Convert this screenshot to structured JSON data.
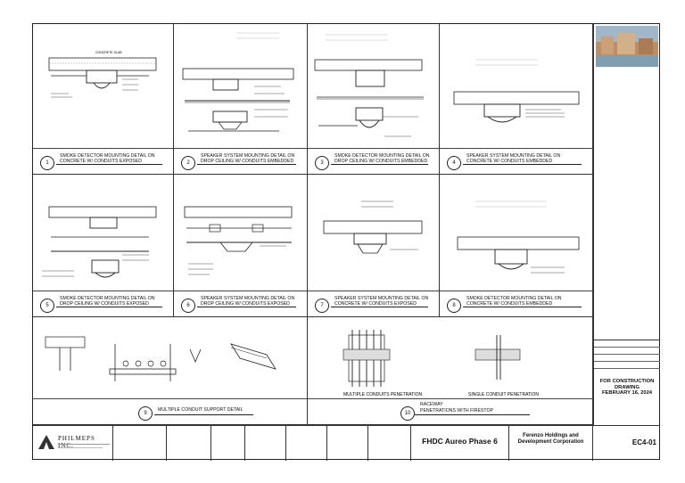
{
  "details": [
    {
      "num": "1",
      "title": "SMOKE DETECTOR MOUNTING DETAIL ON CONCRETE W/ CONDUITS EXPOSED"
    },
    {
      "num": "2",
      "title": "SPEAKER SYSTEM MOUNTING DETAIL ON DROP CEILING W/ CONDUITS EMBEDDED"
    },
    {
      "num": "3",
      "title": "SMOKE DETECTOR MOUNTING DETAIL ON DROP CEILING W/ CONDUITS EMBEDDED"
    },
    {
      "num": "4",
      "title": "SPEAKER SYSTEM MOUNTING DETAIL ON CONCRETE W/ CONDUITS EMBEDDED"
    },
    {
      "num": "5",
      "title": "SMOKE DETECTOR MOUNTING DETAIL ON DROP CEILING W/ CONDUITS EXPOSED"
    },
    {
      "num": "6",
      "title": "SPEAKER SYSTEM MOUNTING DETAIL ON DROP CEILING W/ CONDUITS EXPOSED"
    },
    {
      "num": "7",
      "title": "SPEAKER SYSTEM MOUNTING DETAIL ON CONCRETE W/ CONDUITS EXPOSED"
    },
    {
      "num": "8",
      "title": "SMOKE DETECTOR MOUNTING DETAIL ON CONCRETE W/ CONDUITS EMBEDDED"
    }
  ],
  "detail9": {
    "num": "9",
    "title": "MULTIPLE CONDUIT SUPPORT DETAIL"
  },
  "detail10": {
    "num": "10",
    "title_line1": "RACEWAY",
    "title_line2": "PENETRATIONS WITH FIRESTOP"
  },
  "labels": {
    "concrete_slab": "CONCRETE SLAB",
    "multiple_pen": "MULTIPLE CONDUITS PENETRATION",
    "single_pen": "SINGLE CONDUIT PENETRATION"
  },
  "status": {
    "line1": "FOR CONSTRUCTION",
    "line2": "DRAWING",
    "line3": "FEBRUARY 16, 2024"
  },
  "title_block": {
    "firm": "PHILMEPS INC.",
    "project": "FHDC Aureo Phase 6",
    "client_line1": "Ferenzo Holdings and",
    "client_line2": "Development Corporation",
    "sheet_no": "EC4-01"
  },
  "colors": {
    "line": "#222222",
    "sky": "#9fb7c9",
    "building": "#b98f6a"
  }
}
